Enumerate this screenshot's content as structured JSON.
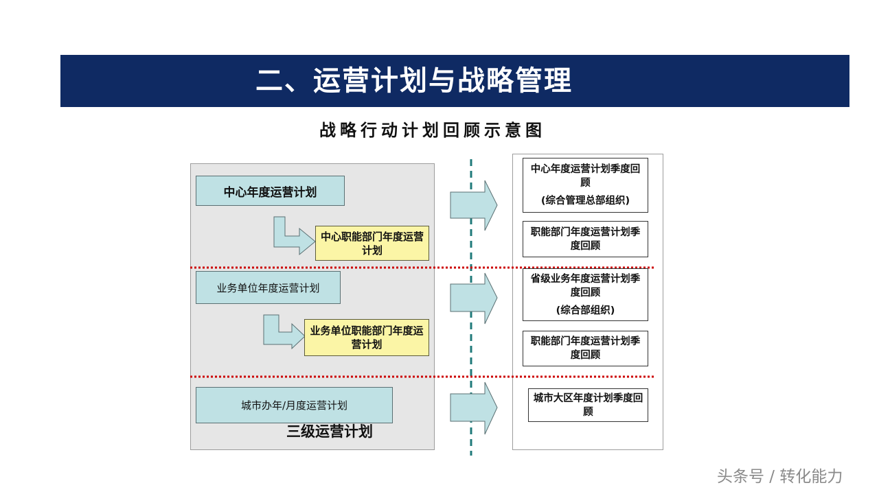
{
  "header": {
    "title": "二、运营计划与战略管理"
  },
  "diagram": {
    "subtitle": "战略行动计划回顾示意图",
    "tiers": [
      {
        "plan": "中心年度运营计划",
        "sub_plan": "中心职能部门年度运营计划"
      },
      {
        "plan": "业务单位年度运营计划",
        "sub_plan": "业务单位职能部门年度运营计划"
      },
      {
        "plan": "城市办年/月度运营计划"
      }
    ],
    "reviews": [
      {
        "text": "中心年度运营计划季度回顾",
        "note": "(综合管理总部组织)"
      },
      {
        "text": "职能部门年度运营计划季度回顾"
      },
      {
        "text": "省级业务年度运营计划季度回顾",
        "note": "(综合部组织)"
      },
      {
        "text": "职能部门年度运营计划季度回顾"
      },
      {
        "text": "城市大区年度计划季度回顾"
      }
    ],
    "caption": "三级运营计划",
    "colors": {
      "title_bar": "#0f2a63",
      "plan_box": "#bfe1e4",
      "sub_box": "#fbf5a6",
      "arrow_fill": "#bfe1e4",
      "separator": "#cc0000",
      "divider": "#1f7a7a"
    }
  },
  "watermark": "头条号 / 转化能力"
}
